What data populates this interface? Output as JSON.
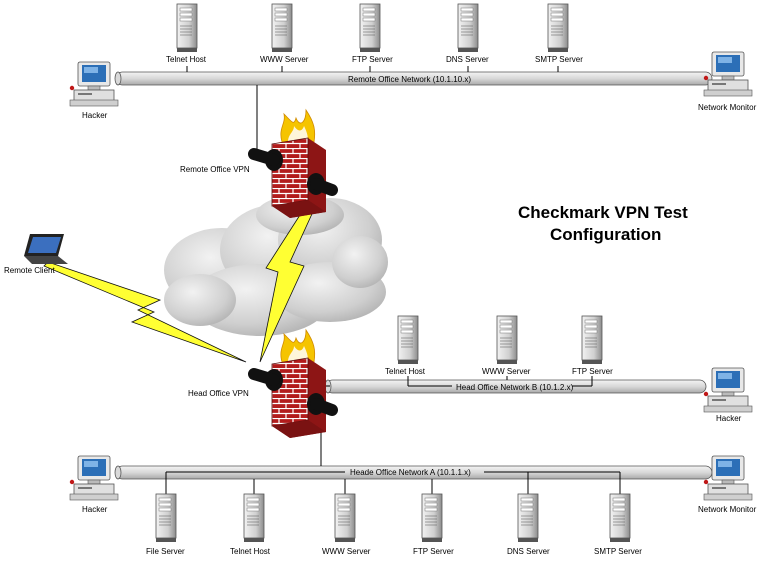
{
  "title": {
    "line1": "Checkmark VPN Test",
    "line2": "Configuration"
  },
  "networks": {
    "remote": "Remote Office Network (10.1.10.x)",
    "head_b": "Head Office Network B (10.1.2.x)",
    "head_a": "Heade Office Network A (10.1.1.x)"
  },
  "vpn": {
    "remote": "Remote Office VPN",
    "head": "Head Office VPN"
  },
  "remote_client": "Remote Client",
  "remote_office": {
    "servers": [
      "Telnet Host",
      "WWW Server",
      "FTP Server",
      "DNS Server",
      "SMTP Server"
    ],
    "hacker": "Hacker",
    "monitor": "Network Monitor"
  },
  "head_b": {
    "servers": [
      "Telnet Host",
      "WWW Server",
      "FTP Server"
    ],
    "hacker": "Hacker"
  },
  "head_a": {
    "servers": [
      "File Server",
      "Telnet Host",
      "WWW Server",
      "FTP Server",
      "DNS Server",
      "SMTP Server"
    ],
    "hacker": "Hacker",
    "monitor": "Network Monitor"
  },
  "colors": {
    "brick": "#b21c1c",
    "mortar": "#ffffff",
    "flame": "#f5c400",
    "bolt": "#ffff33",
    "pipe": "#e6e6e6",
    "cloud": "#c9c9c9"
  }
}
